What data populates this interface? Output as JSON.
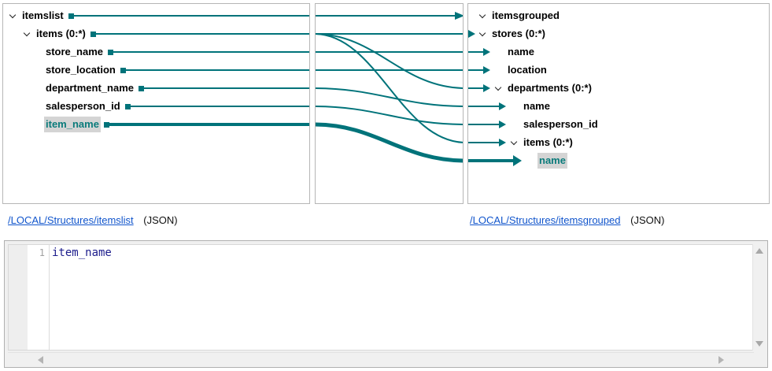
{
  "colors": {
    "link": "#00737a",
    "hyperlink": "#1155cc",
    "selection_bg": "#d4d4d4",
    "selection_fg": "#0a7b7b",
    "code_text": "#1c1c8c",
    "panel_border": "#b6b6b6"
  },
  "source_panel": {
    "name": "source-schema-tree",
    "nodes": [
      {
        "label": "itemslist",
        "indent": 0,
        "expandable": true,
        "selected": false
      },
      {
        "label": "items (0:*)",
        "indent": 1,
        "expandable": true,
        "selected": false
      },
      {
        "label": "store_name",
        "indent": 2,
        "expandable": false,
        "selected": false
      },
      {
        "label": "store_location",
        "indent": 2,
        "expandable": false,
        "selected": false
      },
      {
        "label": "department_name",
        "indent": 2,
        "expandable": false,
        "selected": false
      },
      {
        "label": "salesperson_id",
        "indent": 2,
        "expandable": false,
        "selected": false
      },
      {
        "label": "item_name",
        "indent": 2,
        "expandable": false,
        "selected": true
      }
    ]
  },
  "target_panel": {
    "name": "target-schema-tree",
    "nodes": [
      {
        "label": "itemsgrouped",
        "indent": 0,
        "expandable": true,
        "selected": false,
        "has_arrow": false
      },
      {
        "label": "stores (0:*)",
        "indent": 0,
        "expandable": true,
        "selected": false,
        "has_arrow": true
      },
      {
        "label": "name",
        "indent": 1,
        "expandable": false,
        "selected": false,
        "has_arrow": true
      },
      {
        "label": "location",
        "indent": 1,
        "expandable": false,
        "selected": false,
        "has_arrow": true
      },
      {
        "label": "departments (0:*)",
        "indent": 1,
        "expandable": true,
        "selected": false,
        "has_arrow": true
      },
      {
        "label": "name",
        "indent": 2,
        "expandable": false,
        "selected": false,
        "has_arrow": true
      },
      {
        "label": "salesperson_id",
        "indent": 2,
        "expandable": false,
        "selected": false,
        "has_arrow": true
      },
      {
        "label": "items (0:*)",
        "indent": 2,
        "expandable": true,
        "selected": false,
        "has_arrow": true
      },
      {
        "label": "name",
        "indent": 3,
        "expandable": false,
        "selected": true,
        "has_arrow": true
      }
    ]
  },
  "mappings": [
    {
      "from": "itemslist",
      "to": "itemsgrouped",
      "from_row": 0,
      "to_row": 0,
      "thick": false
    },
    {
      "from": "items (0:*)",
      "to": "stores (0:*)",
      "from_row": 1,
      "to_row": 1,
      "thick": false
    },
    {
      "from": "items (0:*)",
      "to": "departments (0:*)",
      "from_row": 1,
      "to_row": 4,
      "thick": false
    },
    {
      "from": "items (0:*)",
      "to": "items (0:*)",
      "from_row": 1,
      "to_row": 7,
      "thick": false
    },
    {
      "from": "store_name",
      "to": "name",
      "from_row": 2,
      "to_row": 2,
      "thick": false
    },
    {
      "from": "store_location",
      "to": "location",
      "from_row": 3,
      "to_row": 3,
      "thick": false
    },
    {
      "from": "department_name",
      "to": "name",
      "from_row": 4,
      "to_row": 5,
      "thick": false
    },
    {
      "from": "salesperson_id",
      "to": "salesperson_id",
      "from_row": 5,
      "to_row": 6,
      "thick": false
    },
    {
      "from": "item_name",
      "to": "name",
      "from_row": 6,
      "to_row": 8,
      "thick": true
    }
  ],
  "source_path": {
    "link": "/LOCAL/Structures/itemslist",
    "format": "(JSON)"
  },
  "target_path": {
    "link": "/LOCAL/Structures/itemsgrouped",
    "format": "(JSON)"
  },
  "editor": {
    "line_number": "1",
    "code": "item_name",
    "vscroll": {
      "up_icon": "triangle-up-icon",
      "down_icon": "triangle-down-icon"
    },
    "hscroll": {
      "left_icon": "triangle-left-icon",
      "right_icon": "triangle-right-icon"
    }
  }
}
